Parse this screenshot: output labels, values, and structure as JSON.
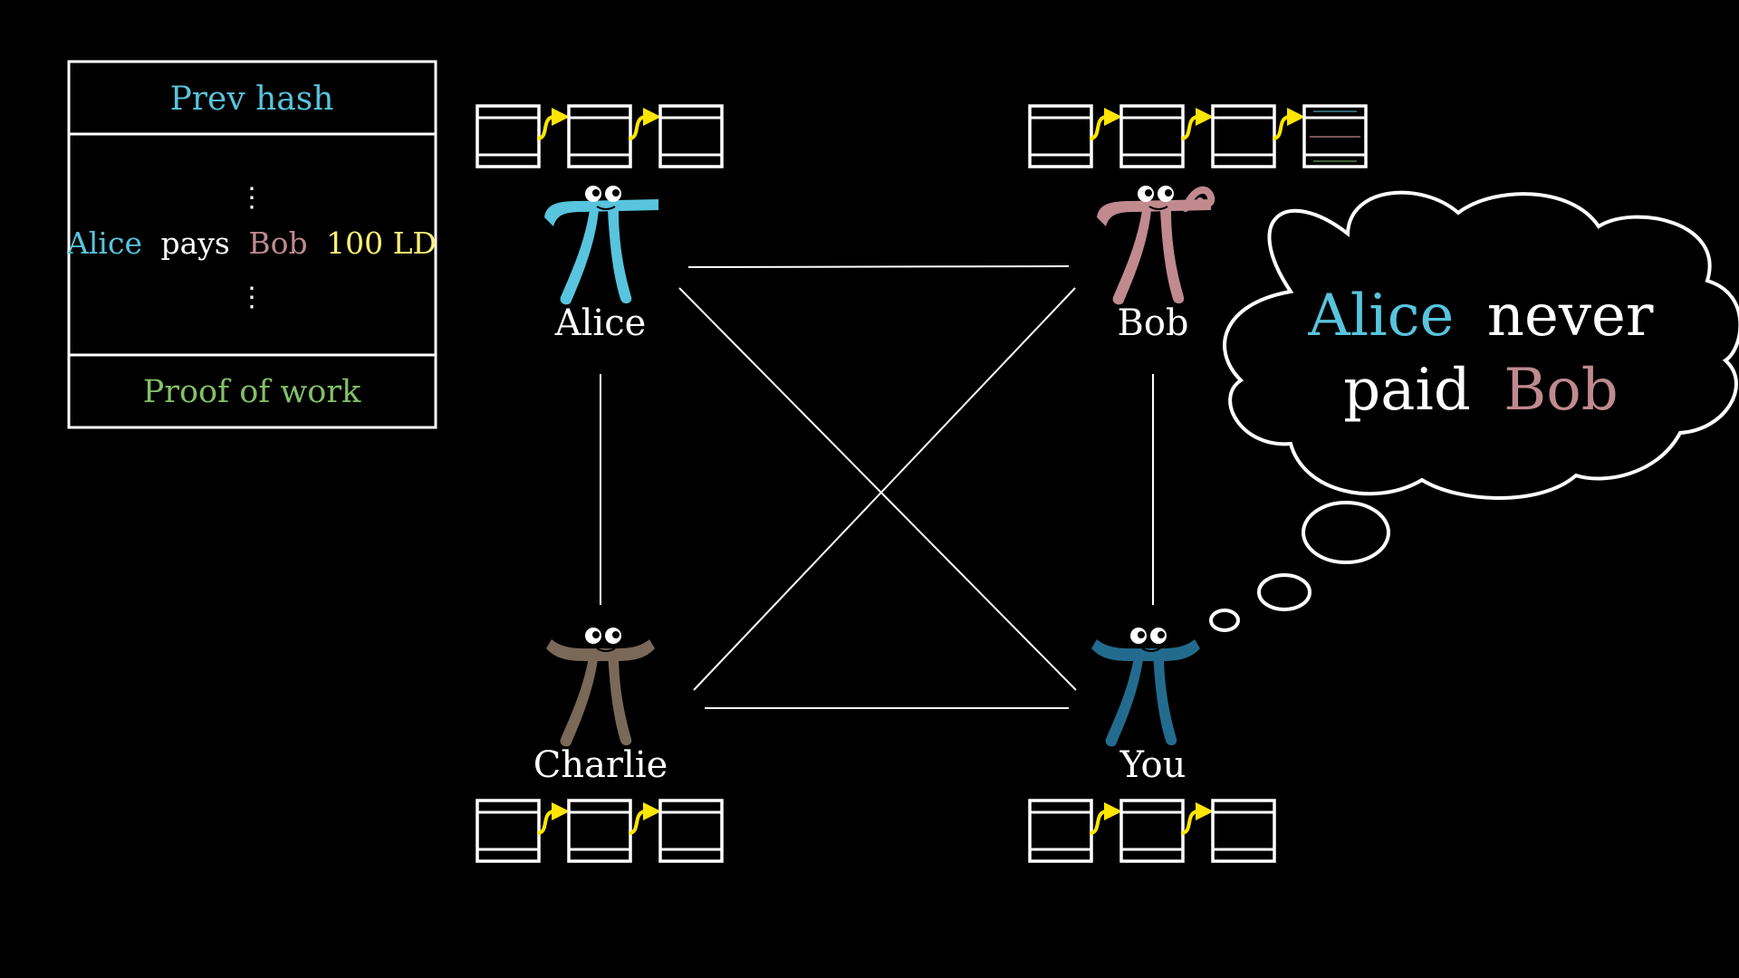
{
  "colors": {
    "background": "#000000",
    "line": "#ffffff",
    "alice": "#58c4dd",
    "bob": "#c08a8f",
    "charlie": "#7a6858",
    "you": "#236b8e",
    "amount": "#fff176",
    "proof": "#83c167",
    "arrow": "#ffe600"
  },
  "block_detail": {
    "prev_hash_label": "Prev hash",
    "ellipsis": "⋮",
    "transaction": {
      "payer": "Alice",
      "verb": "pays",
      "payee": "Bob",
      "amount": "100 LD"
    },
    "proof_label": "Proof of work"
  },
  "nodes": [
    {
      "id": "alice",
      "name": "Alice",
      "color": "#58c4dd",
      "chain_length": 3,
      "last_block_detailed": false
    },
    {
      "id": "bob",
      "name": "Bob",
      "color": "#c08a8f",
      "chain_length": 4,
      "last_block_detailed": true
    },
    {
      "id": "charlie",
      "name": "Charlie",
      "color": "#7a6858",
      "chain_length": 3,
      "last_block_detailed": false
    },
    {
      "id": "you",
      "name": "You",
      "color": "#236b8e",
      "chain_length": 3,
      "last_block_detailed": false
    }
  ],
  "thought": {
    "subject": "Alice",
    "line1_rest": "never",
    "line2_start": "paid",
    "object": "Bob"
  }
}
